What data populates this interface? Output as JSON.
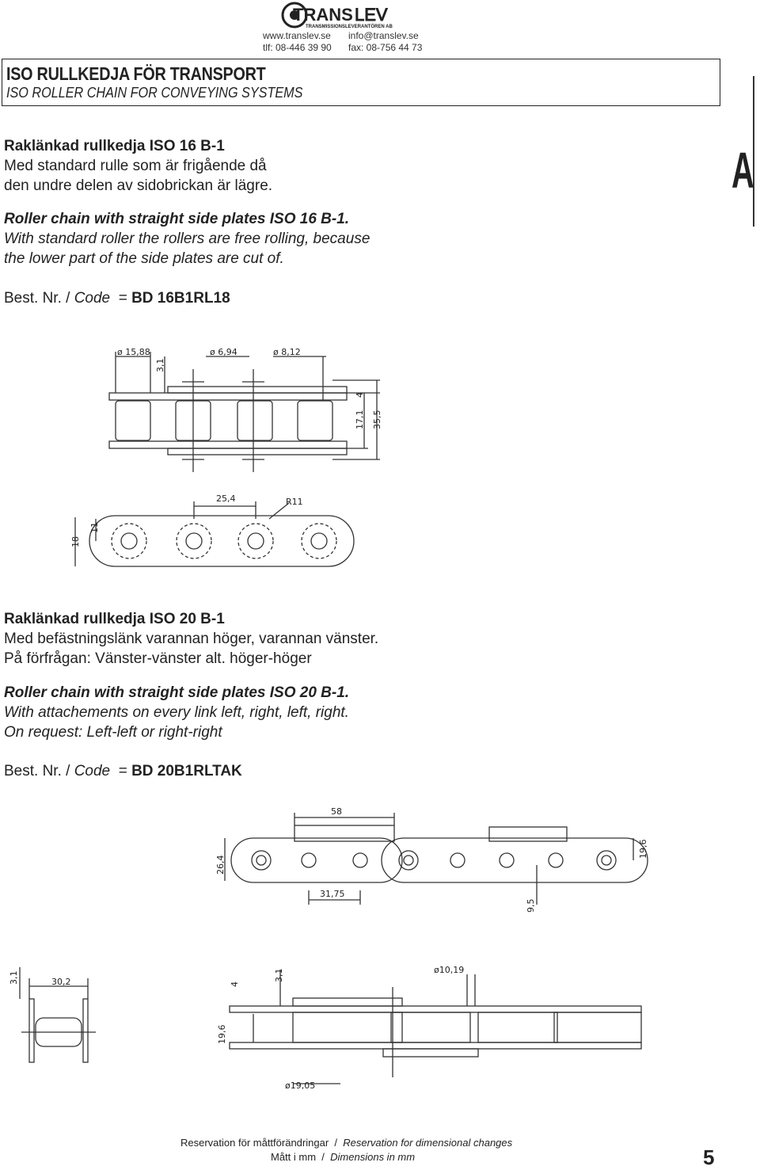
{
  "header": {
    "logo_text": "TRANSLEV",
    "logo_subtext": "TRANSMISSIONSLEVERANTÖREN AB",
    "website": "www.translev.se",
    "phone": "tlf: 08-446 39 90",
    "email": "info@translev.se",
    "fax": "fax: 08-756 44 73"
  },
  "title": {
    "main": "ISO RULLKEDJA FÖR TRANSPORT",
    "sub": "ISO ROLLER CHAIN FOR CONVEYING SYSTEMS"
  },
  "section_letter": "A",
  "product1": {
    "heading_sv": "Raklänkad rullkedja ISO 16 B-1",
    "desc_sv_1": "Med standard rulle som är frigående då",
    "desc_sv_2": "den undre delen av sidobrickan är lägre.",
    "heading_en": "Roller chain with straight side plates ISO 16 B-1.",
    "desc_en_1": "With standard roller the rollers are free rolling, because",
    "desc_en_2": "the lower part of the side plates are cut of.",
    "code_label_sv": "Best. Nr. /",
    "code_label_en": "Code",
    "code_eq": "=",
    "code": "BD 16B1RL18",
    "dims": {
      "d1": "ø 15,88",
      "d2": "ø 6,94",
      "d3": "ø 8,12",
      "h1": "3,1",
      "v1": "4",
      "v2": "17,1",
      "v3": "35,5",
      "pitch": "25,4",
      "radius": "R11",
      "h18": "18",
      "h11": "11"
    }
  },
  "product2": {
    "heading_sv": "Raklänkad rullkedja ISO 20 B-1",
    "desc_sv_1": "Med befästningslänk varannan höger, varannan vänster.",
    "desc_sv_2": "På förfrågan: Vänster-vänster alt. höger-höger",
    "heading_en": "Roller chain with straight side plates ISO 20 B-1.",
    "desc_en_1": "With attachements on every link left, right, left, right.",
    "desc_en_2": "On request: Left-left or right-right",
    "code_label_sv": "Best. Nr. /",
    "code_label_en": "Code",
    "code_eq": "=",
    "code": "BD 20B1RLTAK",
    "dims": {
      "w58": "58",
      "h264": "26,4",
      "h196": "19,6",
      "p3175": "31,75",
      "v95": "9,5",
      "s31a": "3,1",
      "s302": "30,2",
      "s4": "4",
      "s31b": "3,1",
      "d1019": "ø10,19",
      "h196b": "19,6",
      "d1905": "ø19,05"
    }
  },
  "footer": {
    "line1_sv": "Reservation för måttförändringar",
    "line1_sep": "/",
    "line1_en": "Reservation for dimensional changes",
    "line2_sv": "Mått i mm",
    "line2_sep": "/",
    "line2_en": "Dimensions in mm",
    "page": "5"
  }
}
